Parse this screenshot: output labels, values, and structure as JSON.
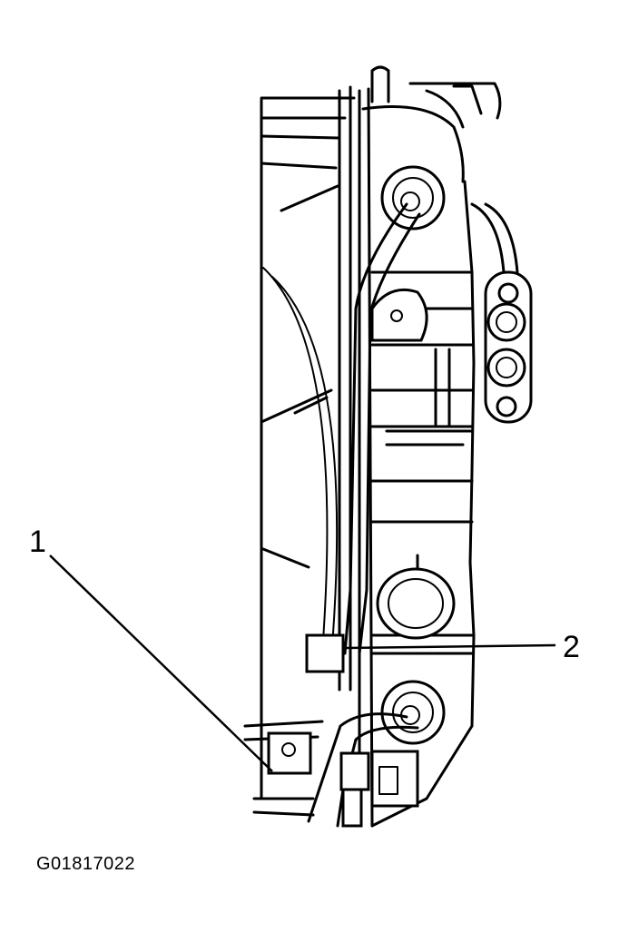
{
  "callouts": {
    "one": "1",
    "two": "2"
  },
  "figure_id": "G01817022"
}
